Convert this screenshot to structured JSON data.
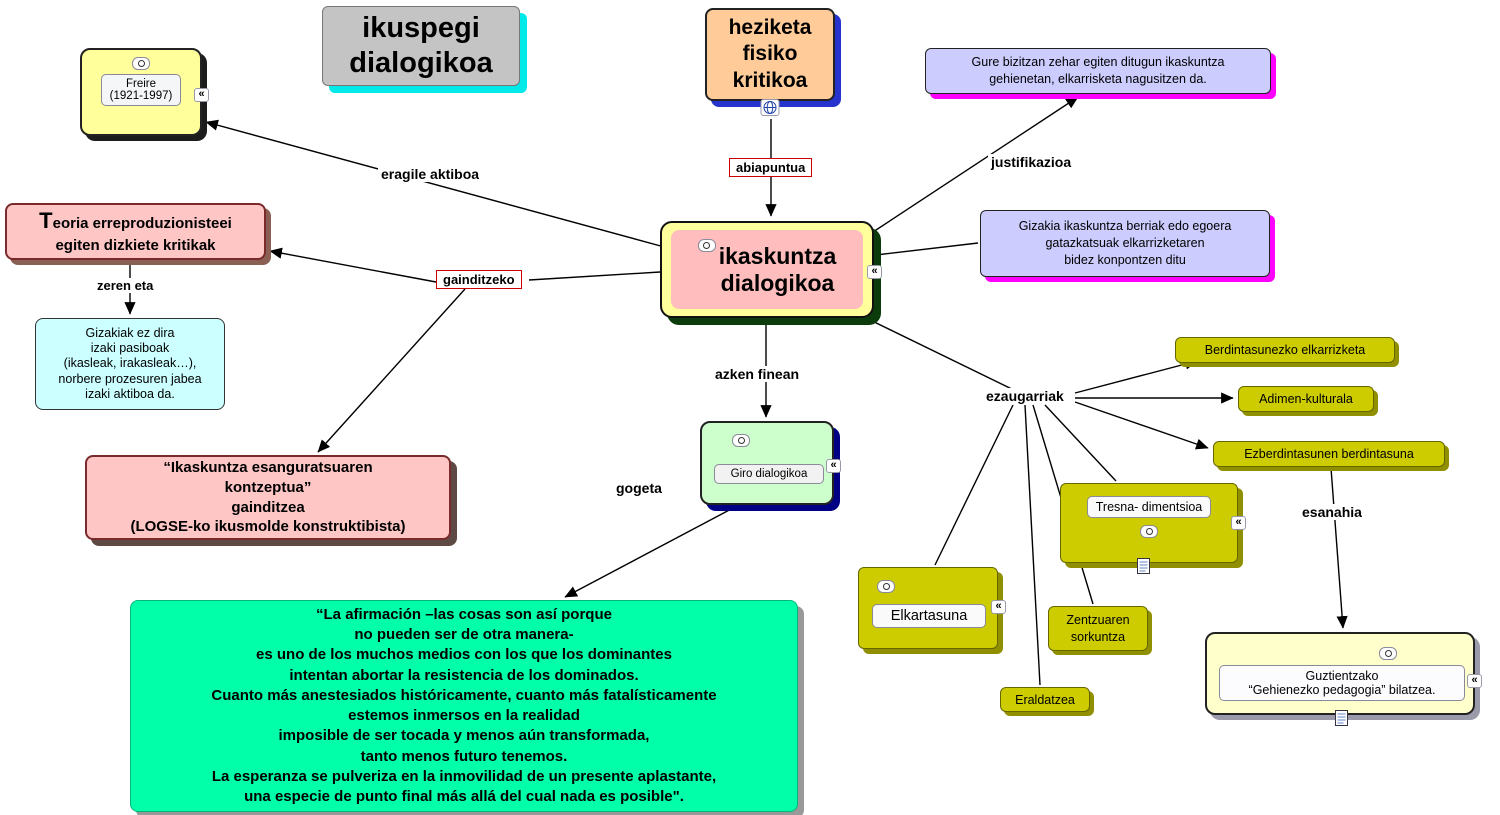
{
  "nodes": {
    "title": {
      "label": "ikuspegi\ndialogikoa"
    },
    "freire": {
      "label": "Freire\n(1921-1997)"
    },
    "heziketa": {
      "label": "heziketa\nfisiko\nkritikoa"
    },
    "gure_bizitzan": {
      "label": "Gure bizitzan zehar egiten ditugun ikaskuntza\ngehienetan, elkarrisketa nagusitzen da."
    },
    "ikaskuntza": {
      "label": "ikaskuntza\ndialogikoa"
    },
    "gizakia": {
      "label": "Gizakia ikaskuntza berriak edo egoera\ngatazkatsuak elkarrizketaren\nbidez konpontzen ditu"
    },
    "teoria": {
      "label": "Teoria erreproduzionisteei\negiten dizkiete kritikak"
    },
    "gizakiak": {
      "label": "Gizakiak ez dira\nizaki pasiboak\n(ikasleak, irakasleak…),\nnorbere prozesuren jabea\nizaki aktiboa da."
    },
    "esanguratsua": {
      "label": "“Ikaskuntza esanguratsuaren\nkontzeptua”\ngainditzea\n(LOGSE-ko ikusmolde konstruktibista)"
    },
    "giro": {
      "label": "Giro dialogikoa"
    },
    "berdintasunezko": {
      "label": "Berdintasunezko elkarrizketa"
    },
    "adimen": {
      "label": "Adimen-kulturala"
    },
    "ezberdintasunen": {
      "label": "Ezberdintasunen berdintasuna"
    },
    "tresna": {
      "label": "Tresna- dimentsioa"
    },
    "elkartasuna": {
      "label": "Elkartasuna"
    },
    "zentzuaren": {
      "label": "Zentzuaren\nsorkuntza"
    },
    "eraldatzea": {
      "label": "Eraldatzea"
    },
    "guztientzako": {
      "label": "Guztientzako\n“Gehienezko pedagogia” bilatzea."
    },
    "quote": {
      "label": "“La afirmación –las cosas son así porque\nno pueden ser de otra manera-\nes uno de los muchos medios con los que los dominantes\nintentan abortar la resistencia de los dominados.\nCuanto más anestesiados históricamente, cuanto más fatalísticamente\nestemos inmersos en la realidad\nimposible de ser tocada y menos aún transformada,\ntanto menos futuro tenemos.\nLa esperanza se pulveriza en la inmovilidad de un presente aplastante,\nuna especie de punto final más allá del cual nada es posible\"."
    }
  },
  "links": {
    "eragile_aktiboa": "eragile aktiboa",
    "abiapuntua": "abiapuntua",
    "justifikazioa": "justifikazioa",
    "zeren_eta": "zeren eta",
    "gainditzeko": "gainditzeko",
    "azken_finean": "azken finean",
    "gogeta": "gogeta",
    "ezaugarriak": "ezaugarriak",
    "esanahia": "esanahia"
  },
  "icons": {
    "collapse": "«"
  },
  "colors": {
    "title_bg": "#c4c4c4",
    "title_shadow": "#00e9e9",
    "node_yellow": "#ffff9c",
    "orange": "#ffcc99",
    "orange_shadow": "#2633cc",
    "purple": "#ccccff",
    "purple_shadow": "#ff00ff",
    "pink": "#ffc6c6",
    "pink_inner": "#ffbdbd",
    "cyan": "#ccffff",
    "green_node": "#ccffcc",
    "green_node_shadow": "#000085",
    "olive": "#cccc00",
    "olive_shadow": "#8f8f00",
    "pale_yellow": "#ffffcc",
    "quote_green": "#00ffa8",
    "main_shadow": "#0c3b0c",
    "red_border": "#cc0000"
  }
}
